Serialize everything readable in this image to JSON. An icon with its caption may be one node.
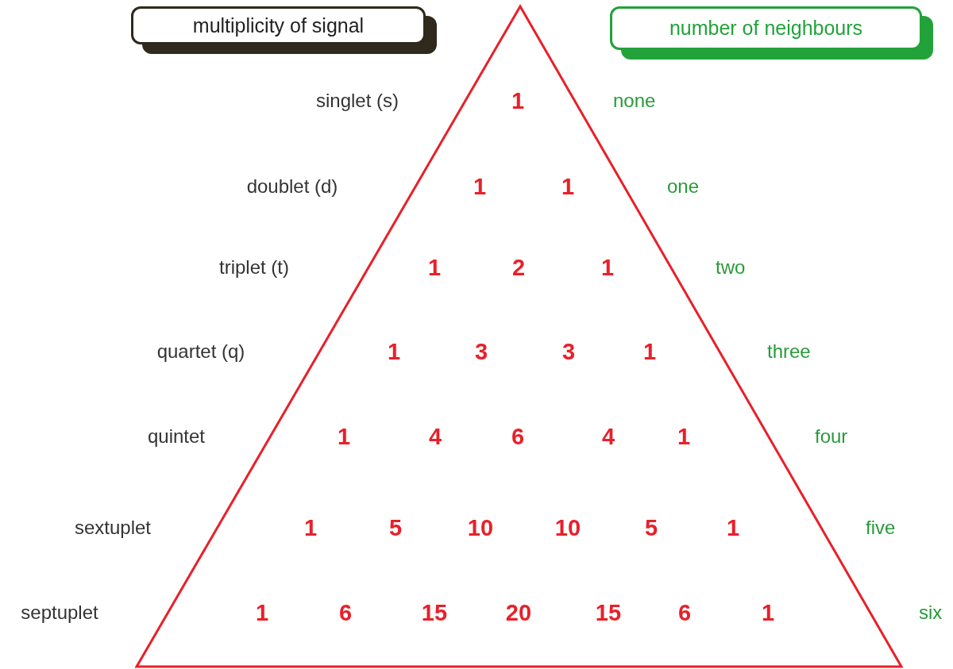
{
  "diagram": {
    "nodes": [
      {
        "text": [
          "multiplicity of signal"
        ]
      },
      {
        "text": [
          "number of neighbours"
        ]
      }
    ],
    "edges": [],
    "labels": [
      "singlet (s)",
      "1",
      "none",
      "doublet (d)",
      "1",
      "1",
      "one",
      "triplet (t)",
      "1",
      "2",
      "1",
      "two",
      "quartet (q)",
      "1",
      "3",
      "3",
      "1",
      "three",
      "quintet",
      "1",
      "4",
      "6",
      "4",
      "1",
      "four",
      "sextuplet",
      "1",
      "5",
      "10",
      "10",
      "5",
      "1",
      "five",
      "septuplet",
      "1",
      "6",
      "15",
      "20",
      "15",
      "6",
      "1",
      "six"
    ]
  }
}
